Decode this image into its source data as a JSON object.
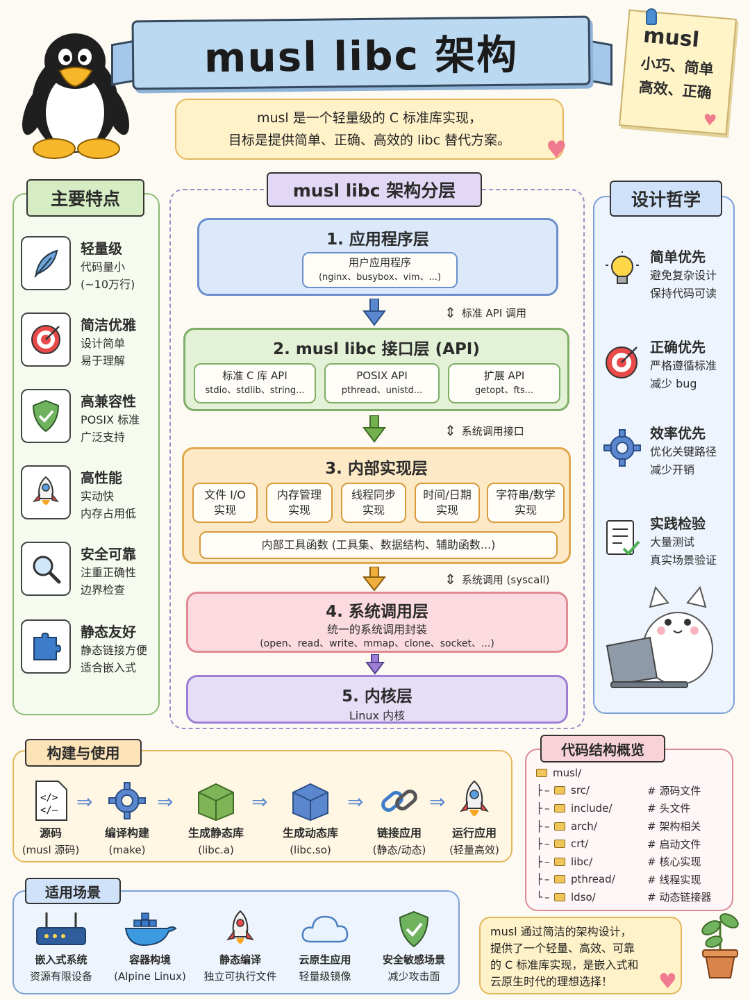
{
  "title": "musl libc 架构",
  "subtitle": {
    "line1": "musl 是一个轻量级的 C 标准库实现，",
    "line2": "目标是提供简单、正确、高效的 libc 替代方案。"
  },
  "sticky_note": {
    "title": "musl",
    "line1": "小巧、简单",
    "line2": "高效、正确"
  },
  "features": {
    "tag": "主要特点",
    "items": [
      {
        "title": "轻量级",
        "line1": "代码量小",
        "line2": "(~10万行)",
        "icon": "feather-icon"
      },
      {
        "title": "简洁优雅",
        "line1": "设计简单",
        "line2": "易于理解",
        "icon": "target-icon"
      },
      {
        "title": "高兼容性",
        "line1": "POSIX 标准",
        "line2": "广泛支持",
        "icon": "shield-icon"
      },
      {
        "title": "高性能",
        "line1": "实动快",
        "line2": "内存占用低",
        "icon": "rocket-icon"
      },
      {
        "title": "安全可靠",
        "line1": "注重正确性",
        "line2": "边界检查",
        "icon": "magnifier-icon"
      },
      {
        "title": "静态友好",
        "line1": "静态链接方便",
        "line2": "适合嵌入式",
        "icon": "puzzle-icon"
      }
    ]
  },
  "architecture": {
    "tag": "musl libc 架构分层",
    "layer1": {
      "title": "1. 应用程序层",
      "box_line1": "用户应用程序",
      "box_line2": "(nginx、busybox、vim、...)"
    },
    "arrow1_label": "标准 API 调用",
    "layer2": {
      "title": "2. musl libc 接口层 (API)",
      "boxes": [
        {
          "line1": "标准 C 库 API",
          "line2": "stdio、stdlib、string..."
        },
        {
          "line1": "POSIX API",
          "line2": "pthread、unistd..."
        },
        {
          "line1": "扩展 API",
          "line2": "getopt、fts..."
        }
      ]
    },
    "arrow2_label": "系统调用接口",
    "layer3": {
      "title": "3. 内部实现层",
      "boxes": [
        {
          "line1": "文件 I/O",
          "line2": "实现"
        },
        {
          "line1": "内存管理",
          "line2": "实现"
        },
        {
          "line1": "线程同步",
          "line2": "实现"
        },
        {
          "line1": "时间/日期",
          "line2": "实现"
        },
        {
          "line1": "字符串/数学",
          "line2": "实现"
        }
      ],
      "tools": "内部工具函数 (工具集、数据结构、辅助函数...)"
    },
    "arrow3_label": "系统调用 (syscall)",
    "layer4": {
      "title": "4. 系统调用层",
      "line1": "统一的系统调用封装",
      "line2": "(open、read、write、mmap、clone、socket、...)"
    },
    "layer5": {
      "title": "5. 内核层",
      "line1": "Linux 内核"
    }
  },
  "philosophy": {
    "tag": "设计哲学",
    "items": [
      {
        "title": "简单优先",
        "line1": "避免复杂设计",
        "line2": "保持代码可读",
        "icon": "lightbulb-icon"
      },
      {
        "title": "正确优先",
        "line1": "严格遵循标准",
        "line2": "减少 bug",
        "icon": "target-icon"
      },
      {
        "title": "效率优先",
        "line1": "优化关键路径",
        "line2": "减少开销",
        "icon": "gear-icon"
      },
      {
        "title": "实践检验",
        "line1": "大量测试",
        "line2": "真实场景验证",
        "icon": "checklist-icon"
      }
    ]
  },
  "build": {
    "tag": "构建与使用",
    "steps": [
      {
        "label": "源码",
        "sub": "(musl 源码)",
        "icon": "code-file-icon"
      },
      {
        "label": "编译构建",
        "sub": "(make)",
        "icon": "gear-icon"
      },
      {
        "label": "生成静态库",
        "sub": "(libc.a)",
        "icon": "green-box-icon"
      },
      {
        "label": "生成动态库",
        "sub": "(libc.so)",
        "icon": "blue-box-icon"
      },
      {
        "label": "链接应用",
        "sub": "(静态/动态)",
        "icon": "chain-link-icon"
      },
      {
        "label": "运行应用",
        "sub": "(轻量高效)",
        "icon": "rocket-icon"
      }
    ]
  },
  "code_structure": {
    "tag": "代码结构概览",
    "root": "musl/",
    "rows": [
      {
        "dir": "src/",
        "comment": "# 源码文件"
      },
      {
        "dir": "include/",
        "comment": "# 头文件"
      },
      {
        "dir": "arch/",
        "comment": "# 架构相关"
      },
      {
        "dir": "crt/",
        "comment": "# 启动文件"
      },
      {
        "dir": "libc/",
        "comment": "# 核心实现"
      },
      {
        "dir": "pthread/",
        "comment": "# 线程实现"
      },
      {
        "dir": "ldso/",
        "comment": "# 动态链接器"
      }
    ]
  },
  "scenarios": {
    "tag": "适用场景",
    "items": [
      {
        "label": "嵌入式系统",
        "sub": "资源有限设备",
        "icon": "router-icon"
      },
      {
        "label": "容器构境",
        "sub": "(Alpine Linux)",
        "icon": "docker-whale-icon"
      },
      {
        "label": "静态编译",
        "sub": "独立可执行文件",
        "icon": "rocket-icon"
      },
      {
        "label": "云原生应用",
        "sub": "轻量级镜像",
        "icon": "cloud-icon"
      },
      {
        "label": "安全敏感场景",
        "sub": "减少攻击面",
        "icon": "shield-icon"
      }
    ]
  },
  "conclusion": {
    "line1": "musl 通过简洁的架构设计，",
    "line2": "提供了一个轻量、高效、可靠",
    "line3": "的 C 标准库实现，是嵌入式和",
    "line4": "云原生时代的理想选择！"
  },
  "colors": {
    "blue": "#dbe9fb",
    "green": "#e3f1d6",
    "orange": "#fde9c6",
    "pink": "#fbdbe0",
    "purple": "#e6def7"
  }
}
